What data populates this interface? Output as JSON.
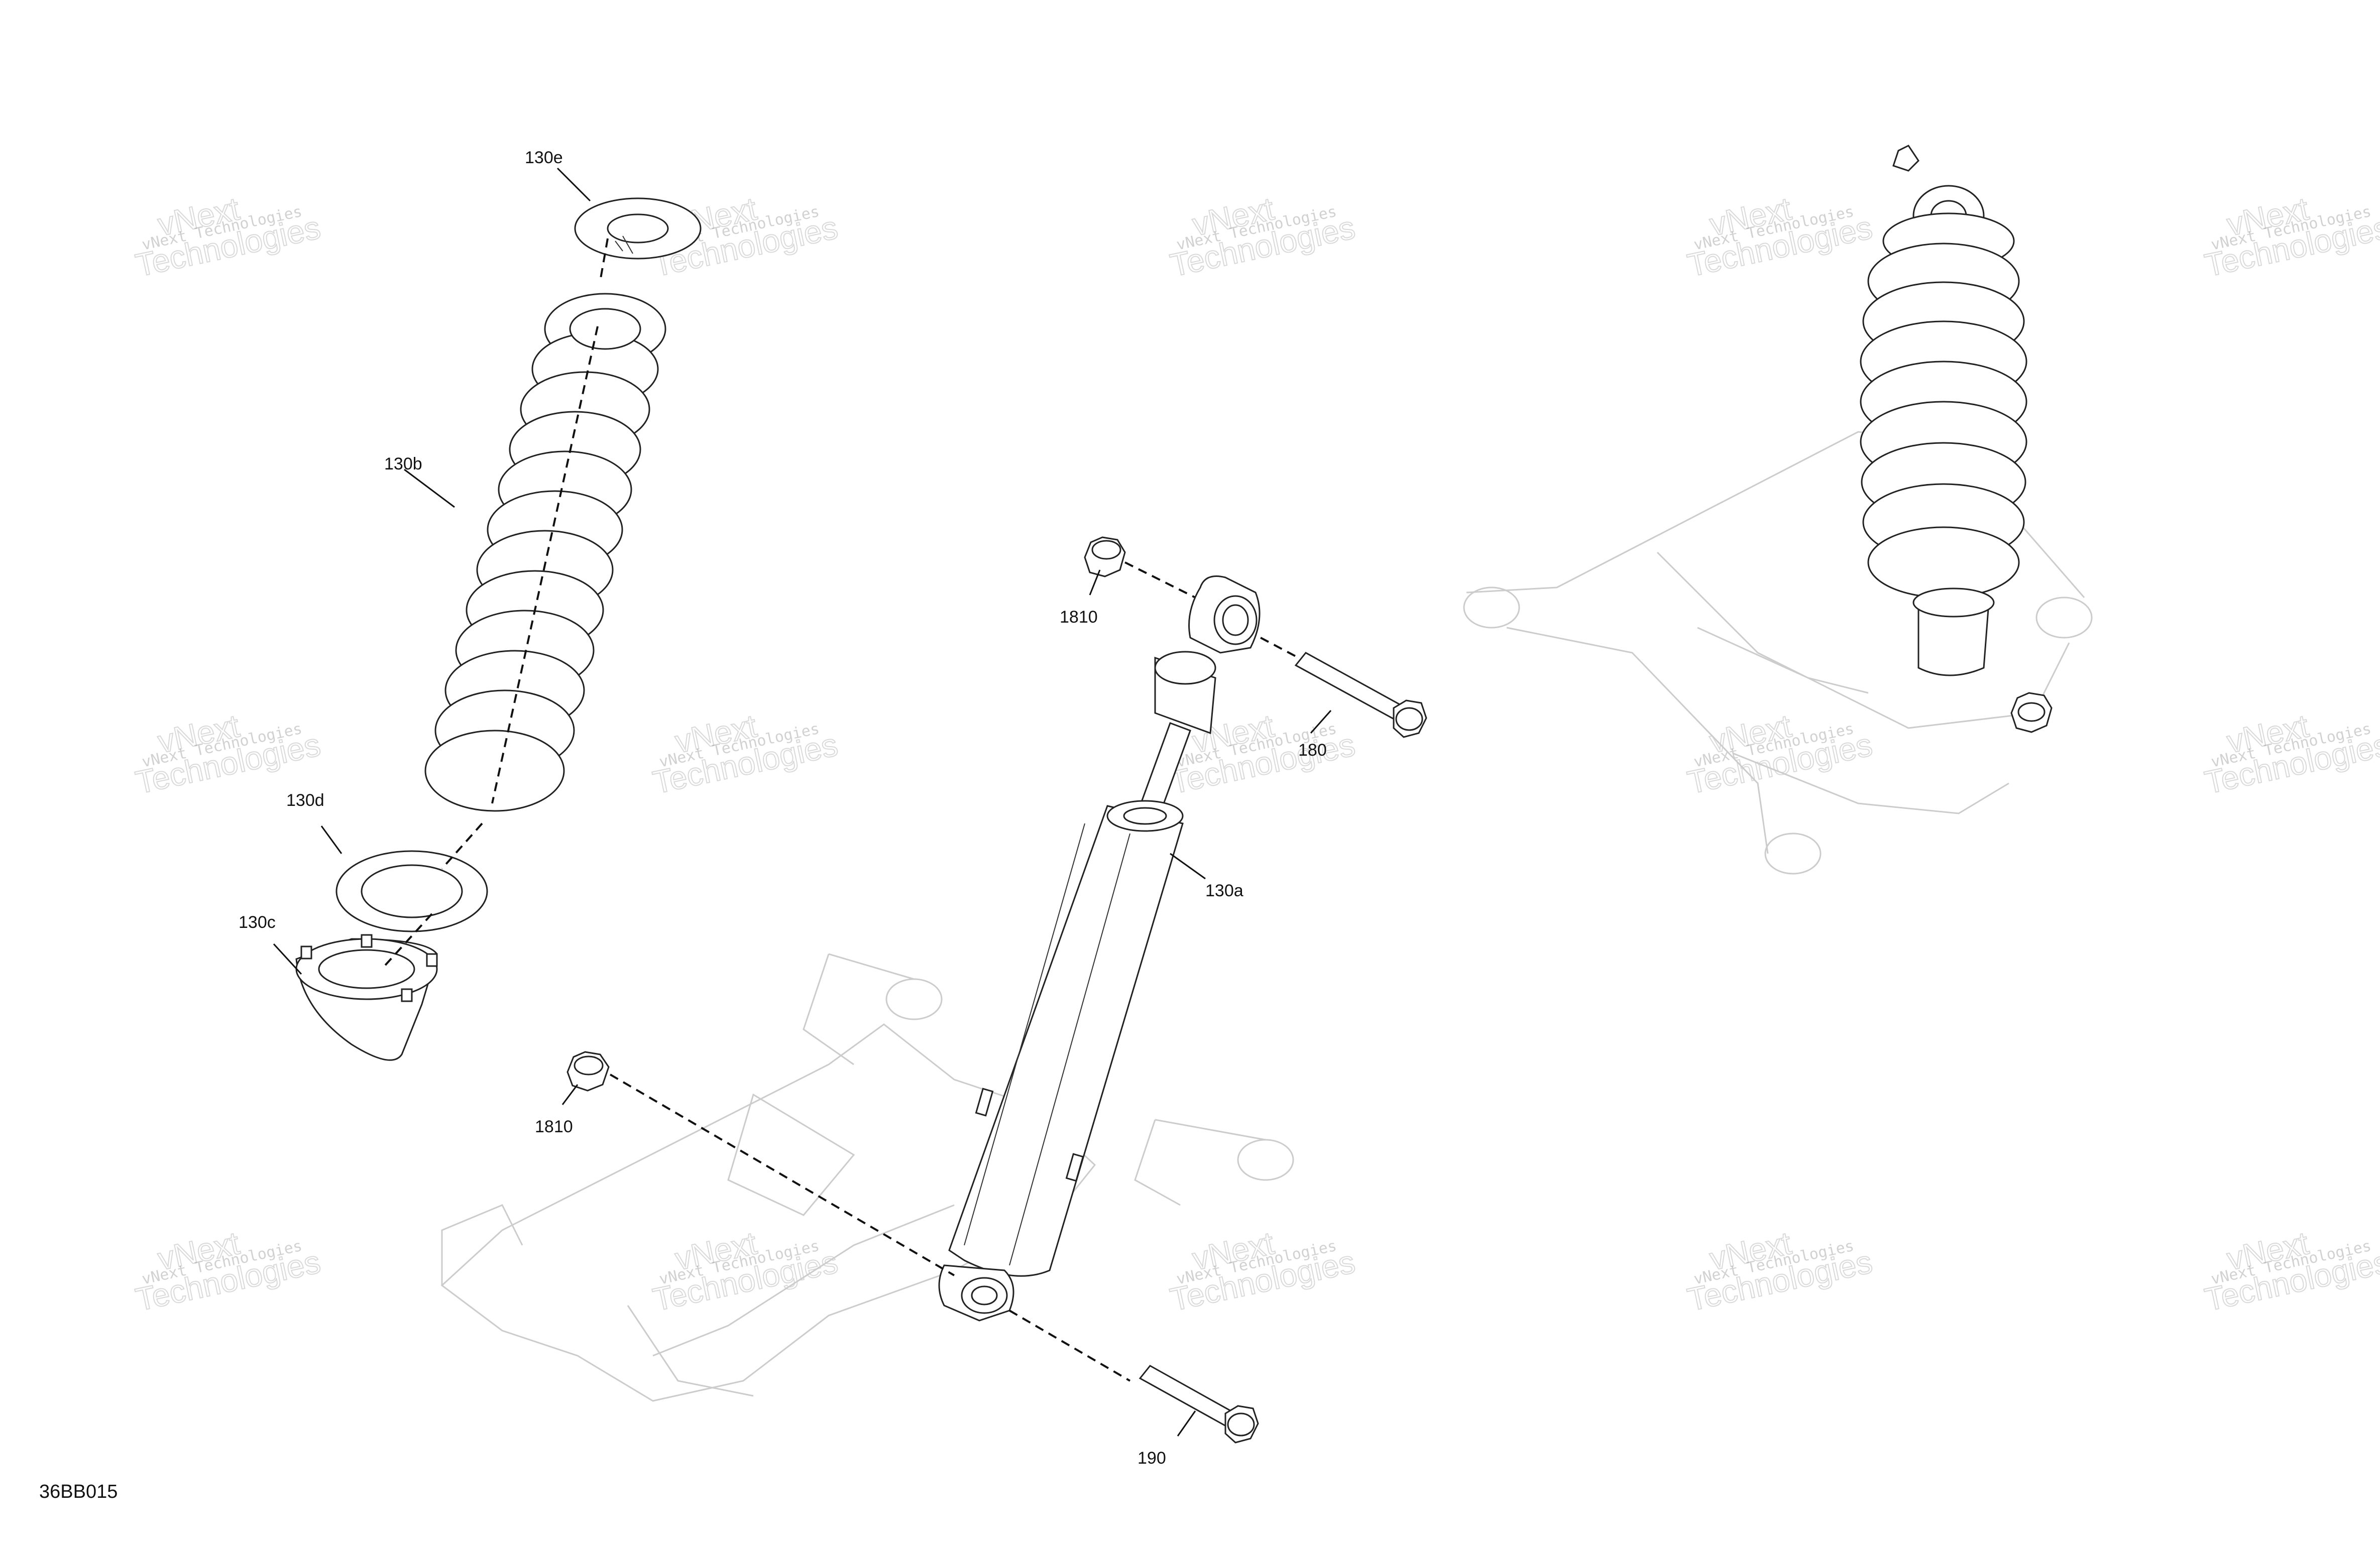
{
  "document_id": "36BB015",
  "watermark": {
    "line1": "vNext Technologies",
    "line2": "vNext",
    "line3": "Technologies"
  },
  "callouts": {
    "c130e": "130e",
    "c130b": "130b",
    "c130d": "130d",
    "c130c": "130c",
    "c1810_top": "1810",
    "c180": "180",
    "c130a": "130a",
    "c1810_bottom": "1810",
    "c190": "190"
  }
}
